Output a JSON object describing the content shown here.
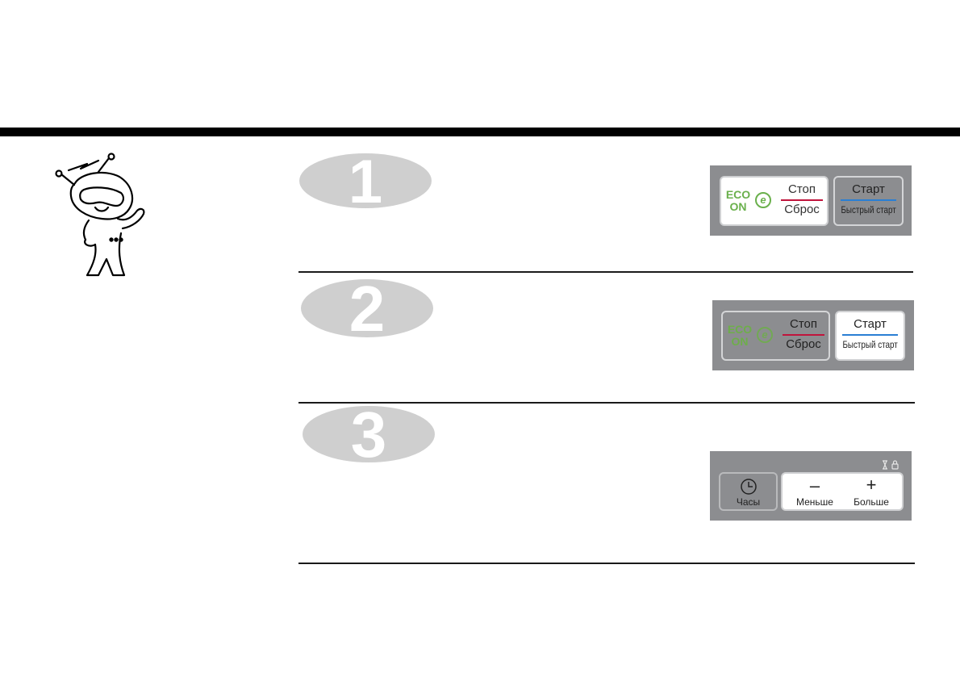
{
  "steps": [
    {
      "number": "1"
    },
    {
      "number": "2"
    },
    {
      "number": "3"
    }
  ],
  "panel1": {
    "eco_line1": "ECO",
    "eco_line2": "ON",
    "eco_icon": "e",
    "stop_label": "Стоп",
    "reset_label": "Сброс",
    "start_label": "Старт",
    "quick_start_label": "Быстрый старт"
  },
  "panel2": {
    "eco_line1": "ECO",
    "eco_line2": "ON",
    "eco_icon": "e",
    "stop_label": "Стоп",
    "reset_label": "Сброс",
    "start_label": "Старт",
    "quick_start_label": "Быстрый старт"
  },
  "panel3": {
    "clock_label": "Часы",
    "minus_symbol": "–",
    "less_label": "Меньше",
    "plus_symbol": "+",
    "more_label": "Больше"
  },
  "colors": {
    "panel_gray": "#8c8d90",
    "eco_green": "#6ab04c",
    "stop_divider": "#c0143c",
    "start_divider": "#2a7fd4",
    "step_badge": "#cfcfcf"
  }
}
